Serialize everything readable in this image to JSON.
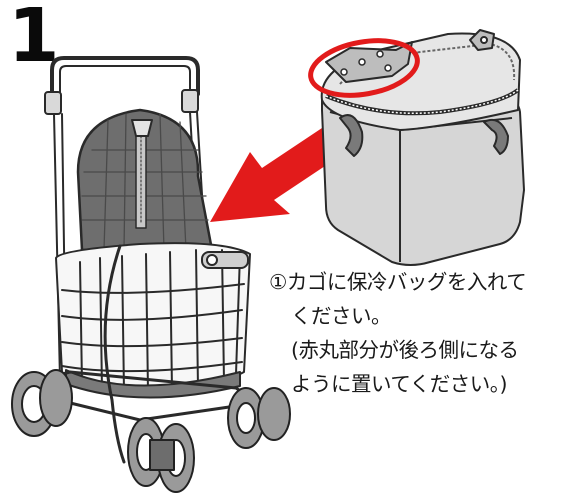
{
  "step": {
    "number": "1"
  },
  "instruction": {
    "lines": [
      "①カゴに保冷バッグを入れて",
      "ください。",
      "(赤丸部分が後ろ側になる",
      "ように置いてください。)"
    ]
  },
  "colors": {
    "highlight_red": "#e21b1b",
    "bag_gray": "#d6d6d6",
    "seat_gray": "#7a7a7a",
    "frame_dark": "#2a2a2a"
  },
  "icons": [
    "red-arrow-icon",
    "red-circle-highlight"
  ]
}
